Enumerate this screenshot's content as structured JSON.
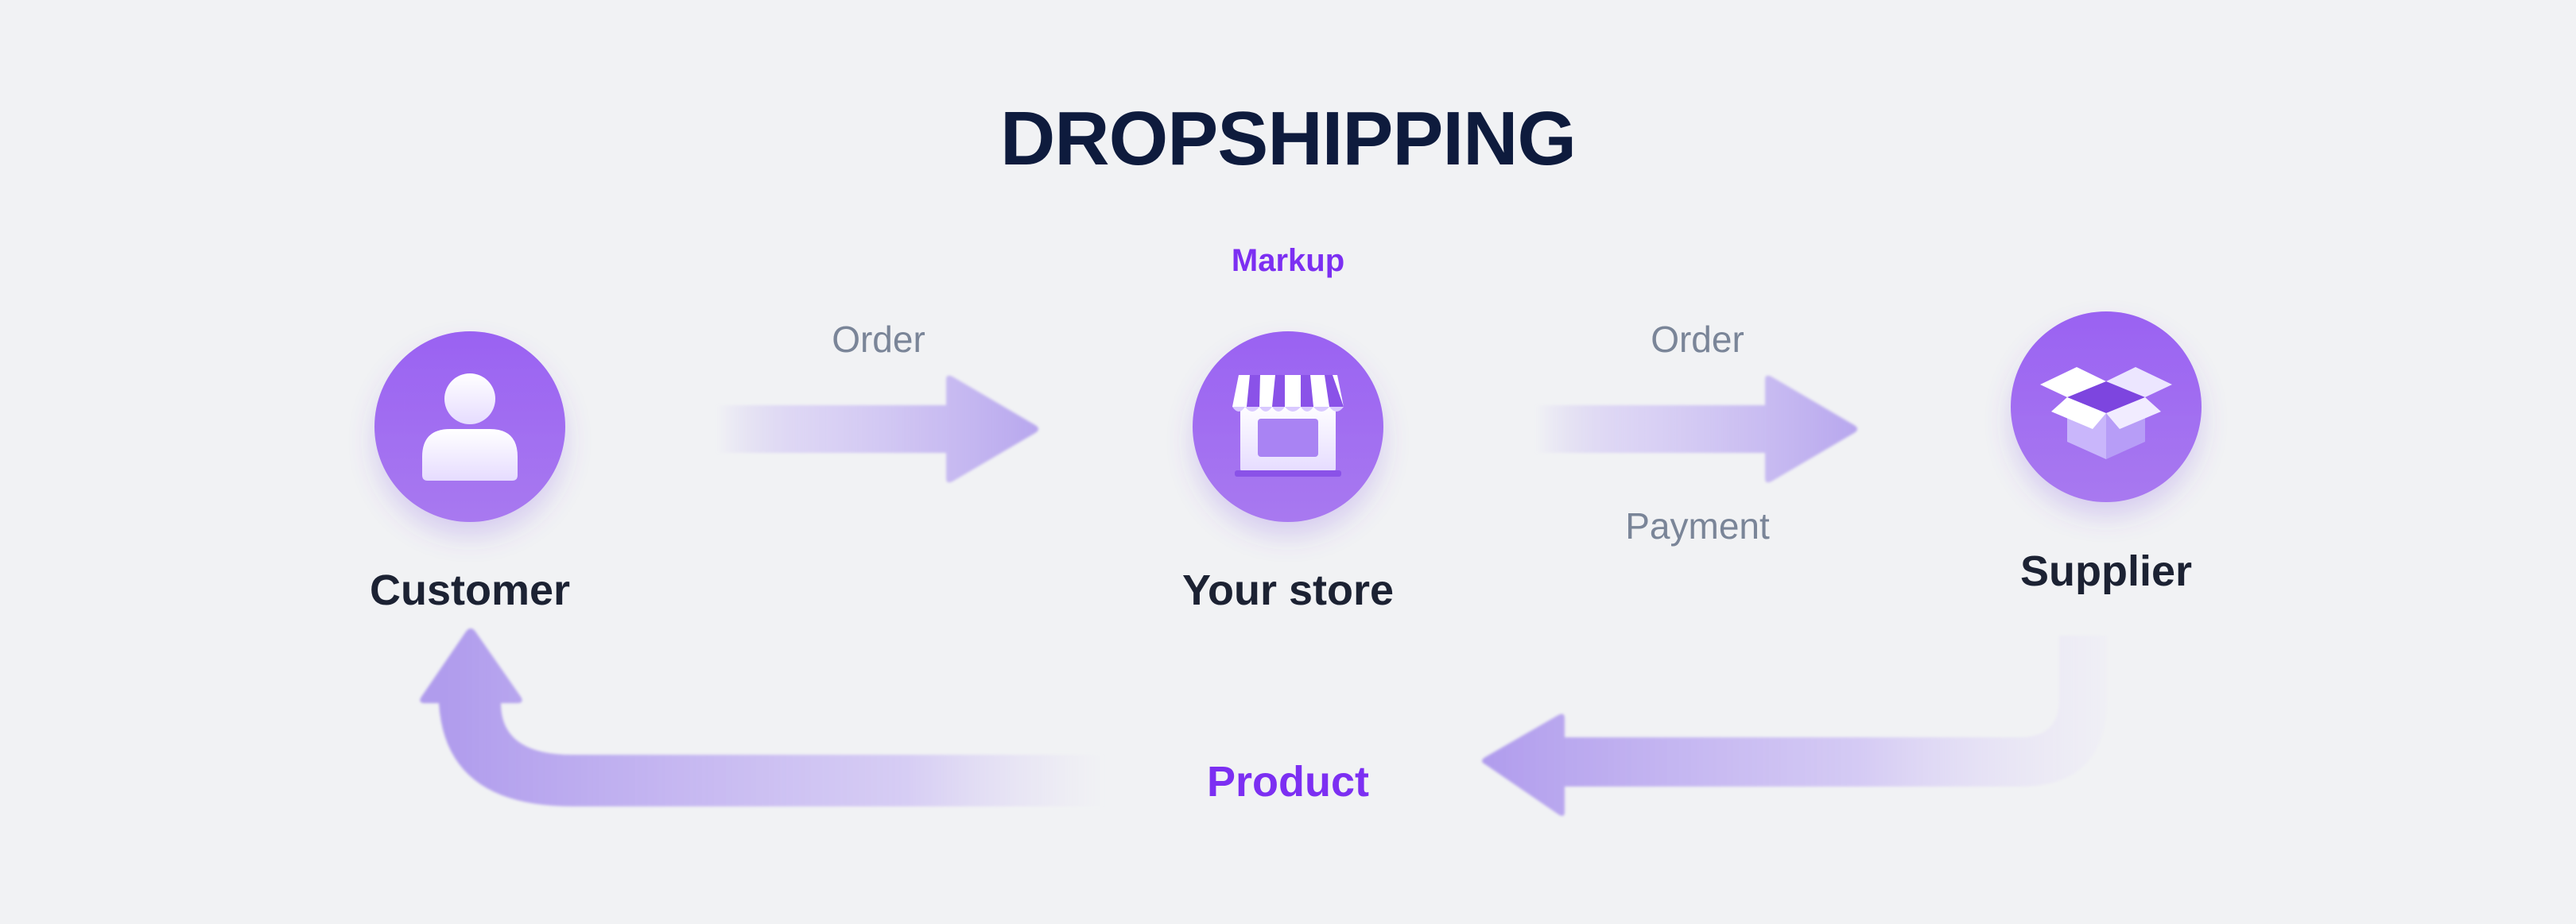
{
  "title": "DROPSHIPPING",
  "colors": {
    "background": "#f1f2f4",
    "title": "#0e1b3d",
    "node_fill": "#9b63f1",
    "arrow": "#b7a6ee",
    "accent_text": "#7c2ff2",
    "muted_text": "#7a8598"
  },
  "nodes": [
    {
      "label": "Customer",
      "icon": "person-icon"
    },
    {
      "label": "Your store",
      "icon": "storefront-icon"
    },
    {
      "label": "Supplier",
      "icon": "open-box-icon"
    }
  ],
  "flows": {
    "customer_to_store": "Order",
    "store_to_supplier_top": "Order",
    "store_to_supplier_bottom": "Payment",
    "store_note": "Markup",
    "product_return": "Product"
  }
}
